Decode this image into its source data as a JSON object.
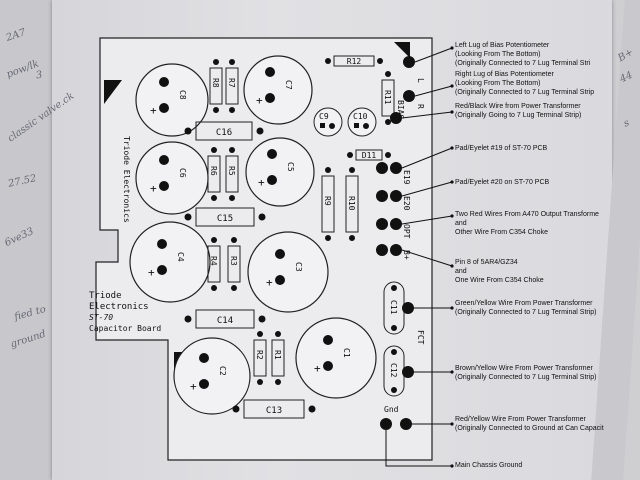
{
  "board": {
    "title_lines": [
      "Triode",
      "Electronics",
      "ST-70",
      "Capacitor Board"
    ],
    "vertical_brand": "Triode Electronics"
  },
  "big_caps": [
    {
      "label": "C8"
    },
    {
      "label": "C7"
    },
    {
      "label": "C6"
    },
    {
      "label": "C5"
    },
    {
      "label": "C4"
    },
    {
      "label": "C3"
    },
    {
      "label": "C2"
    },
    {
      "label": "C1"
    }
  ],
  "small_caps": [
    {
      "label": "C9"
    },
    {
      "label": "C10"
    }
  ],
  "box_caps": [
    {
      "label": "C16"
    },
    {
      "label": "C15"
    },
    {
      "label": "C14"
    },
    {
      "label": "C13"
    }
  ],
  "resistors": [
    {
      "label": "R8"
    },
    {
      "label": "R7"
    },
    {
      "label": "R6"
    },
    {
      "label": "R5"
    },
    {
      "label": "R4"
    },
    {
      "label": "R3"
    },
    {
      "label": "R2"
    },
    {
      "label": "R1"
    },
    {
      "label": "R9"
    },
    {
      "label": "R10"
    },
    {
      "label": "R11"
    },
    {
      "label": "R12"
    },
    {
      "label": "D11"
    }
  ],
  "vertical_caps": [
    {
      "label": "C11"
    },
    {
      "label": "C12"
    }
  ],
  "pad_labels": {
    "L": "L",
    "R": "R",
    "BIAS": "BIAS",
    "E19": "E19",
    "E20": "E20",
    "OPT": "OPT",
    "B+": "B+",
    "FCT": "FCT",
    "Gnd": "Gnd"
  },
  "callouts": [
    {
      "lines": [
        "Left Lug of Bias Potentiometer",
        "(Looking From The Bottom)",
        "(Originally Connected to 7 Lug Terminal Stri"
      ]
    },
    {
      "lines": [
        "Right Lug of Bias Potentiometer",
        "(Looking From The Bottom)",
        "(Originally Connected to 7 Lug Terminal Strip"
      ]
    },
    {
      "lines": [
        "Red/Black Wire from Power Transformer",
        "(Originally Going to 7 Lug Terminal Strip)"
      ]
    },
    {
      "lines": [
        "Pad/Eyelet #19 of ST-70 PCB"
      ]
    },
    {
      "lines": [
        "Pad/Eyelet #20 on ST-70 PCB"
      ]
    },
    {
      "lines": [
        "Two Red Wires From A470 Output Transforme",
        "and",
        "Other Wire From C354 Choke"
      ]
    },
    {
      "lines": [
        "Pin 8 of 5AR4/GZ34",
        "and",
        "One Wire From C354 Choke"
      ]
    },
    {
      "lines": [
        "Green/Yellow Wire From Power Transformer",
        "(Originally Connected to 7 Lug Terminal Strip)"
      ]
    },
    {
      "lines": [
        "Brown/Yellow Wire From Power Transformer",
        "(Originally Connected to 7 Lug Terminal Strip)"
      ]
    },
    {
      "lines": [
        "Red/Yellow Wire From Power Transformer",
        "(Originally Connected to Ground at Can Capacit"
      ]
    },
    {
      "lines": [
        "Main Chassis Ground"
      ]
    }
  ],
  "margin_notes": {
    "left": [
      "2A7",
      "pow/lk",
      "3",
      "classic valve.ck",
      "27.52",
      "6ve33",
      "fied to",
      "ground"
    ],
    "right": [
      "B+",
      "44",
      "s"
    ]
  }
}
